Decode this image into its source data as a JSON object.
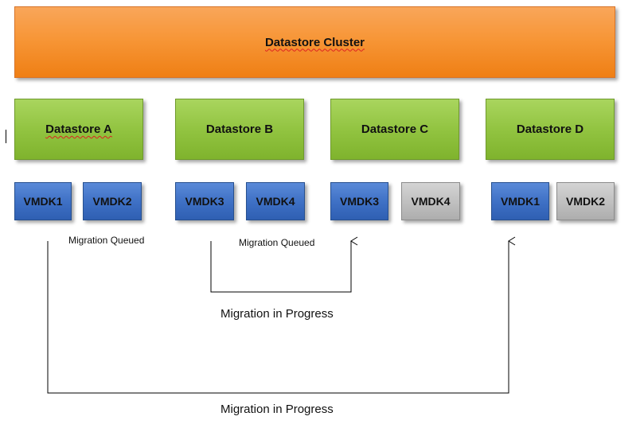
{
  "cluster": {
    "label": "Datastore Cluster",
    "color": "#f79637"
  },
  "datastores": [
    {
      "label": "Datastore A"
    },
    {
      "label": "Datastore B"
    },
    {
      "label": "Datastore C"
    },
    {
      "label": "Datastore D"
    }
  ],
  "vmdks": [
    {
      "label": "VMDK1",
      "state": "active"
    },
    {
      "label": "VMDK2",
      "state": "active"
    },
    {
      "label": "VMDK3",
      "state": "active"
    },
    {
      "label": "VMDK4",
      "state": "active"
    },
    {
      "label": "VMDK3",
      "state": "active"
    },
    {
      "label": "VMDK4",
      "state": "pending"
    },
    {
      "label": "VMDK1",
      "state": "active"
    },
    {
      "label": "VMDK2",
      "state": "pending"
    }
  ],
  "annotations": {
    "queued_a": "Migration Queued",
    "queued_b": "Migration Queued",
    "progress_b_to_c": "Migration in Progress",
    "progress_a_to_d": "Migration in Progress"
  },
  "colors": {
    "datastore": "#92c441",
    "vmdk_active": "#3d6fc4",
    "vmdk_pending": "#bfbfbf"
  }
}
